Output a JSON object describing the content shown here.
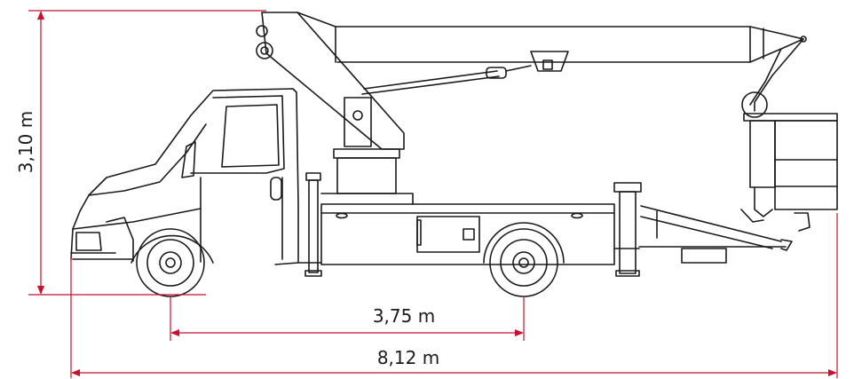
{
  "colors": {
    "line_art": "#1a1a1a",
    "dimension": "#c8102e",
    "background": "#ffffff"
  },
  "dimensions": {
    "height_label": "3,10 m",
    "wheelbase_label": "3,75 m",
    "overall_length_label": "8,12 m"
  }
}
